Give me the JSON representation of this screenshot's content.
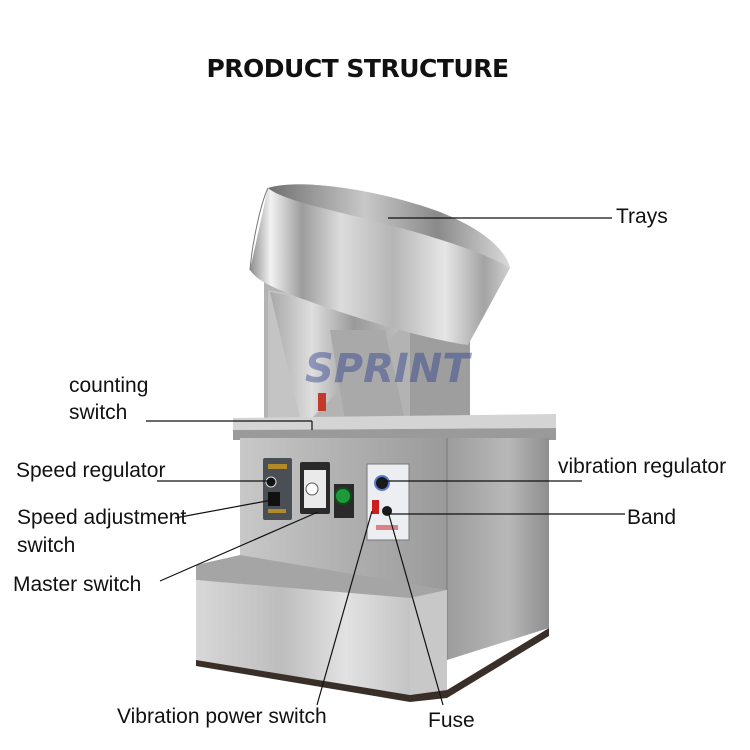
{
  "diagram": {
    "title": "PRODUCT STRUCTURE",
    "watermark": "SPRINT",
    "labels": {
      "trays": "Trays",
      "counting_switch_line1": "counting",
      "counting_switch_line2": "switch",
      "speed_regulator": "Speed regulator",
      "speed_adjustment_line1": "Speed adjustment",
      "speed_adjustment_line2": "switch",
      "master_switch": "Master switch",
      "vibration_regulator": "vibration regulator",
      "band": "Band",
      "vibration_power_switch": "Vibration power switch",
      "fuse": "Fuse"
    },
    "colors": {
      "steel_light": "#e4e4e4",
      "steel_mid": "#b9b9b9",
      "steel_dark": "#7d7d7d",
      "leader_line": "#111111",
      "master_switch_green": "#1e9a3a",
      "power_switch_red": "#cc1f1f",
      "watermark_blue": "#2c3f8f"
    }
  }
}
